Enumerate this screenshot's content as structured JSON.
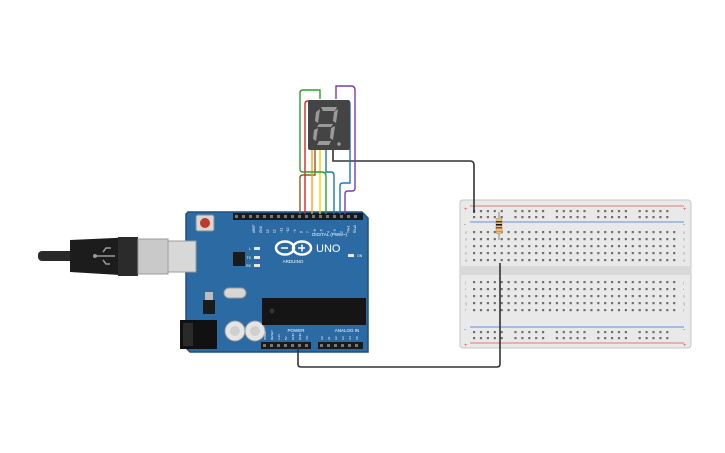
{
  "colors": {
    "board": "#2b6aa3",
    "board_dark": "#1f4f7c",
    "breadboard": "#e9e9e9",
    "rail_red": "#d9534f",
    "rail_blue": "#3b6ecf",
    "wire_black": "#333333",
    "wires": [
      "#8b5a2b",
      "#d62728",
      "#ff9f1a",
      "#f2d200",
      "#2ca02c",
      "#1f77b4",
      "#7b3fa0"
    ]
  },
  "arduino": {
    "logo_text": "ARDUINO",
    "model": "UNO",
    "digital_label": "DIGITAL (PWM~)",
    "analog_label": "ANALOG IN",
    "power_label": "POWER",
    "tx": "TX",
    "rx": "RX",
    "l_led": "L",
    "on_label": "ON",
    "aref": "AREF",
    "gnd": "GND",
    "digital_pins": [
      "13",
      "12",
      "~11",
      "~10",
      "~9",
      "8",
      "7",
      "~6",
      "~5",
      "4",
      "~3",
      "2",
      "TX▸1",
      "RX◂0"
    ],
    "power_pins": [
      "IOREF",
      "RESET",
      "3.3V",
      "5V",
      "GND",
      "GND",
      "Vin"
    ],
    "analog_pins": [
      "A0",
      "A1",
      "A2",
      "A3",
      "A4",
      "A5"
    ]
  },
  "breadboard": {
    "plus": "+",
    "minus": "-",
    "row_letters_top": [
      "a",
      "b",
      "c",
      "d",
      "e"
    ],
    "row_letters_bottom": [
      "f",
      "g",
      "h",
      "i",
      "j"
    ]
  },
  "usb_cable": {
    "icon": "usb-plug-icon"
  },
  "seven_segment": {
    "icon": "seven-segment-digit-icon"
  },
  "resistor": {
    "icon": "resistor-icon"
  }
}
